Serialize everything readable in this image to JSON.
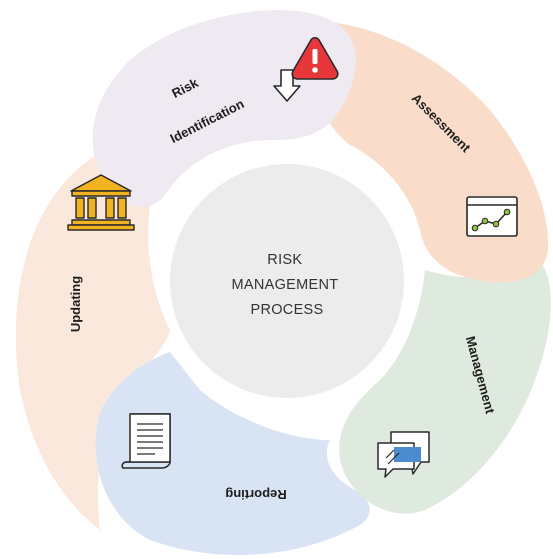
{
  "center": {
    "lines": [
      "RISK",
      "MANAGEMENT",
      "PROCESS"
    ]
  },
  "segments": [
    {
      "id": "risk-identification",
      "label_lines": [
        "Risk",
        "Identification"
      ],
      "icon": "warning-download-icon",
      "color": "#efeaf2"
    },
    {
      "id": "assessment",
      "label": "Assessment",
      "icon": "line-chart-window-icon",
      "color": "#f9dcc9"
    },
    {
      "id": "management",
      "label": "Management",
      "icon": "chat-bubbles-icon",
      "color": "#dfeade"
    },
    {
      "id": "reporting",
      "label": "Reporting",
      "icon": "document-icon",
      "color": "#d8e4f4"
    },
    {
      "id": "updating",
      "label": "Updating",
      "icon": "bank-building-icon",
      "color": "#fbe8dc"
    }
  ],
  "colors": {
    "center_circle": "#ececec",
    "warning_red": "#e8373a",
    "chat_blue": "#4b8ccf",
    "chart_green": "#8cc63f",
    "bank_gold": "#f2b320"
  }
}
